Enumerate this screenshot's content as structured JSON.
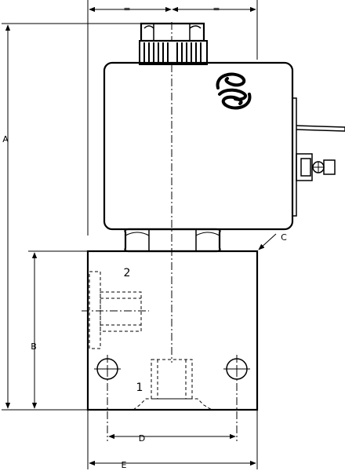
{
  "dimensions": {
    "A": "A",
    "B": "B",
    "C": "C",
    "D": "D",
    "E": "E",
    "equal_left": "=",
    "equal_right": "="
  },
  "ports": {
    "port_1": "1",
    "port_2": "2"
  },
  "logo": {
    "icon": "manufacturer-swirl-logo"
  }
}
